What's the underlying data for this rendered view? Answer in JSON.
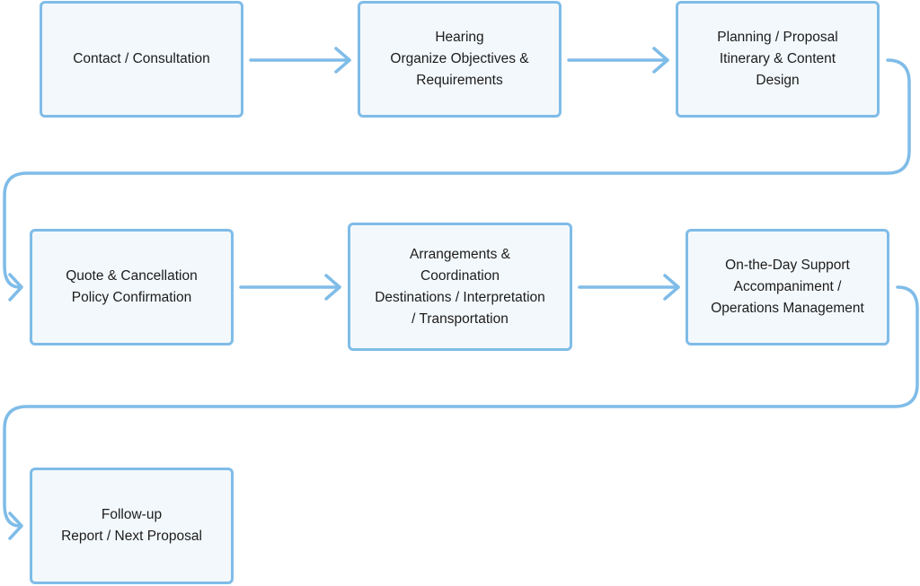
{
  "colors": {
    "accent": "#7fbce8",
    "box_fill": "#f3f8fc",
    "text": "#1c1c1c"
  },
  "steps": [
    {
      "lines": [
        "Contact / Consultation"
      ]
    },
    {
      "lines": [
        "Hearing",
        "Organize Objectives &",
        "Requirements"
      ]
    },
    {
      "lines": [
        "Planning / Proposal",
        "Itinerary & Content",
        "Design"
      ]
    },
    {
      "lines": [
        "Quote & Cancellation",
        "Policy Confirmation"
      ]
    },
    {
      "lines": [
        "Arrangements &",
        "Coordination",
        "Destinations / Interpretation",
        "/ Transportation"
      ]
    },
    {
      "lines": [
        "On-the-Day Support",
        "Accompaniment /",
        "Operations Management"
      ]
    },
    {
      "lines": [
        "Follow-up",
        "Report / Next Proposal"
      ]
    }
  ]
}
